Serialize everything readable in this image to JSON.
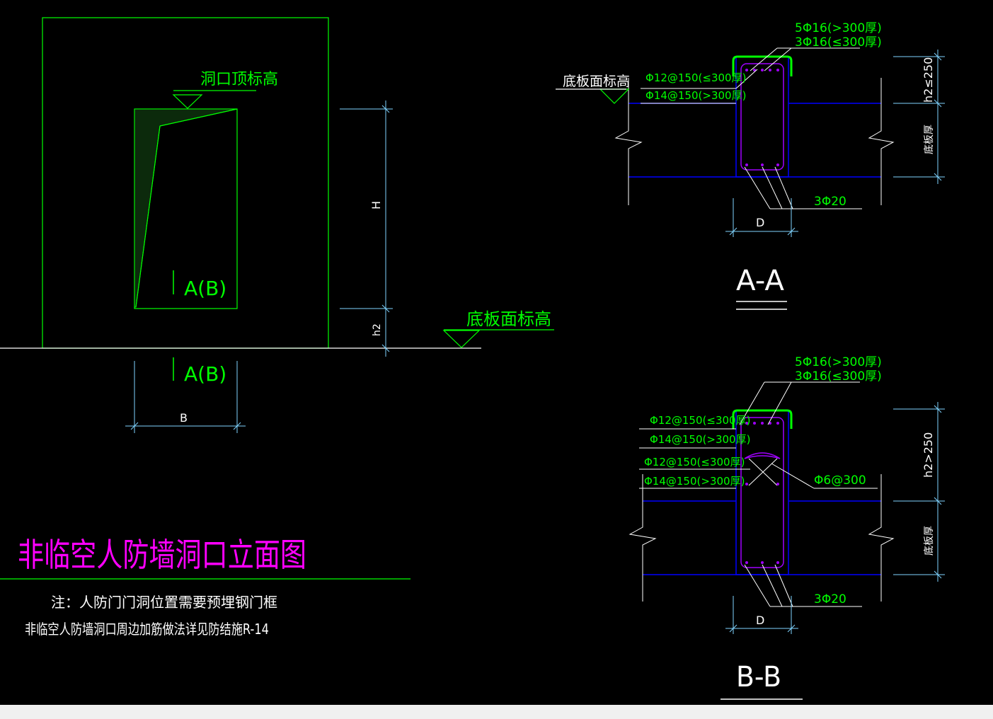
{
  "elevation": {
    "opening_top_label": "洞口顶标高",
    "floor_level_label": "底板面标高",
    "section_mark_top": "A(B)",
    "section_mark_bottom": "A(B)",
    "dim_H": "H",
    "dim_h2": "h2",
    "dim_B": "B"
  },
  "title": {
    "main": "非临空人防墙洞口立面图",
    "note_line1": "注：人防门门洞位置需要预埋钢门框",
    "note_line2": "非临空人防墙洞口周边加筋做法详见防结施R-14"
  },
  "section_aa": {
    "rebar_top1": "5Φ16(>300厚)",
    "rebar_top2": "3Φ16(≤300厚)",
    "floor_level_label": "底板面标高",
    "rebar_mid1": "Φ12@150(≤300厚)",
    "rebar_mid2": "Φ14@150(>300厚)",
    "rebar_bottom": "3Φ20",
    "dim_h2": "h2≤250",
    "dim_slab": "底板厚",
    "dim_D": "D",
    "section_title": "A-A"
  },
  "section_bb": {
    "rebar_top1": "5Φ16(>300厚)",
    "rebar_top2": "3Φ16(≤300厚)",
    "rebar_mid1": "Φ12@150(≤300厚)",
    "rebar_mid2": "Φ14@150(>300厚)",
    "rebar_mid3": "Φ12@150(≤300厚)",
    "rebar_mid4": "Φ14@150(>300厚)",
    "tie_label": "Φ6@300",
    "rebar_bottom": "3Φ20",
    "dim_h2": "h2>250",
    "dim_slab": "底板厚",
    "dim_D": "D",
    "section_title": "B-B"
  },
  "colors": {
    "background": "#000000",
    "outline": "#00ff00",
    "dimension": "#7fd4ff",
    "text": "#ffffff",
    "title": "#ff00ff",
    "rebar": "#a000ff",
    "slab": "#0000ff",
    "statusbar": "#f0f0f0"
  }
}
